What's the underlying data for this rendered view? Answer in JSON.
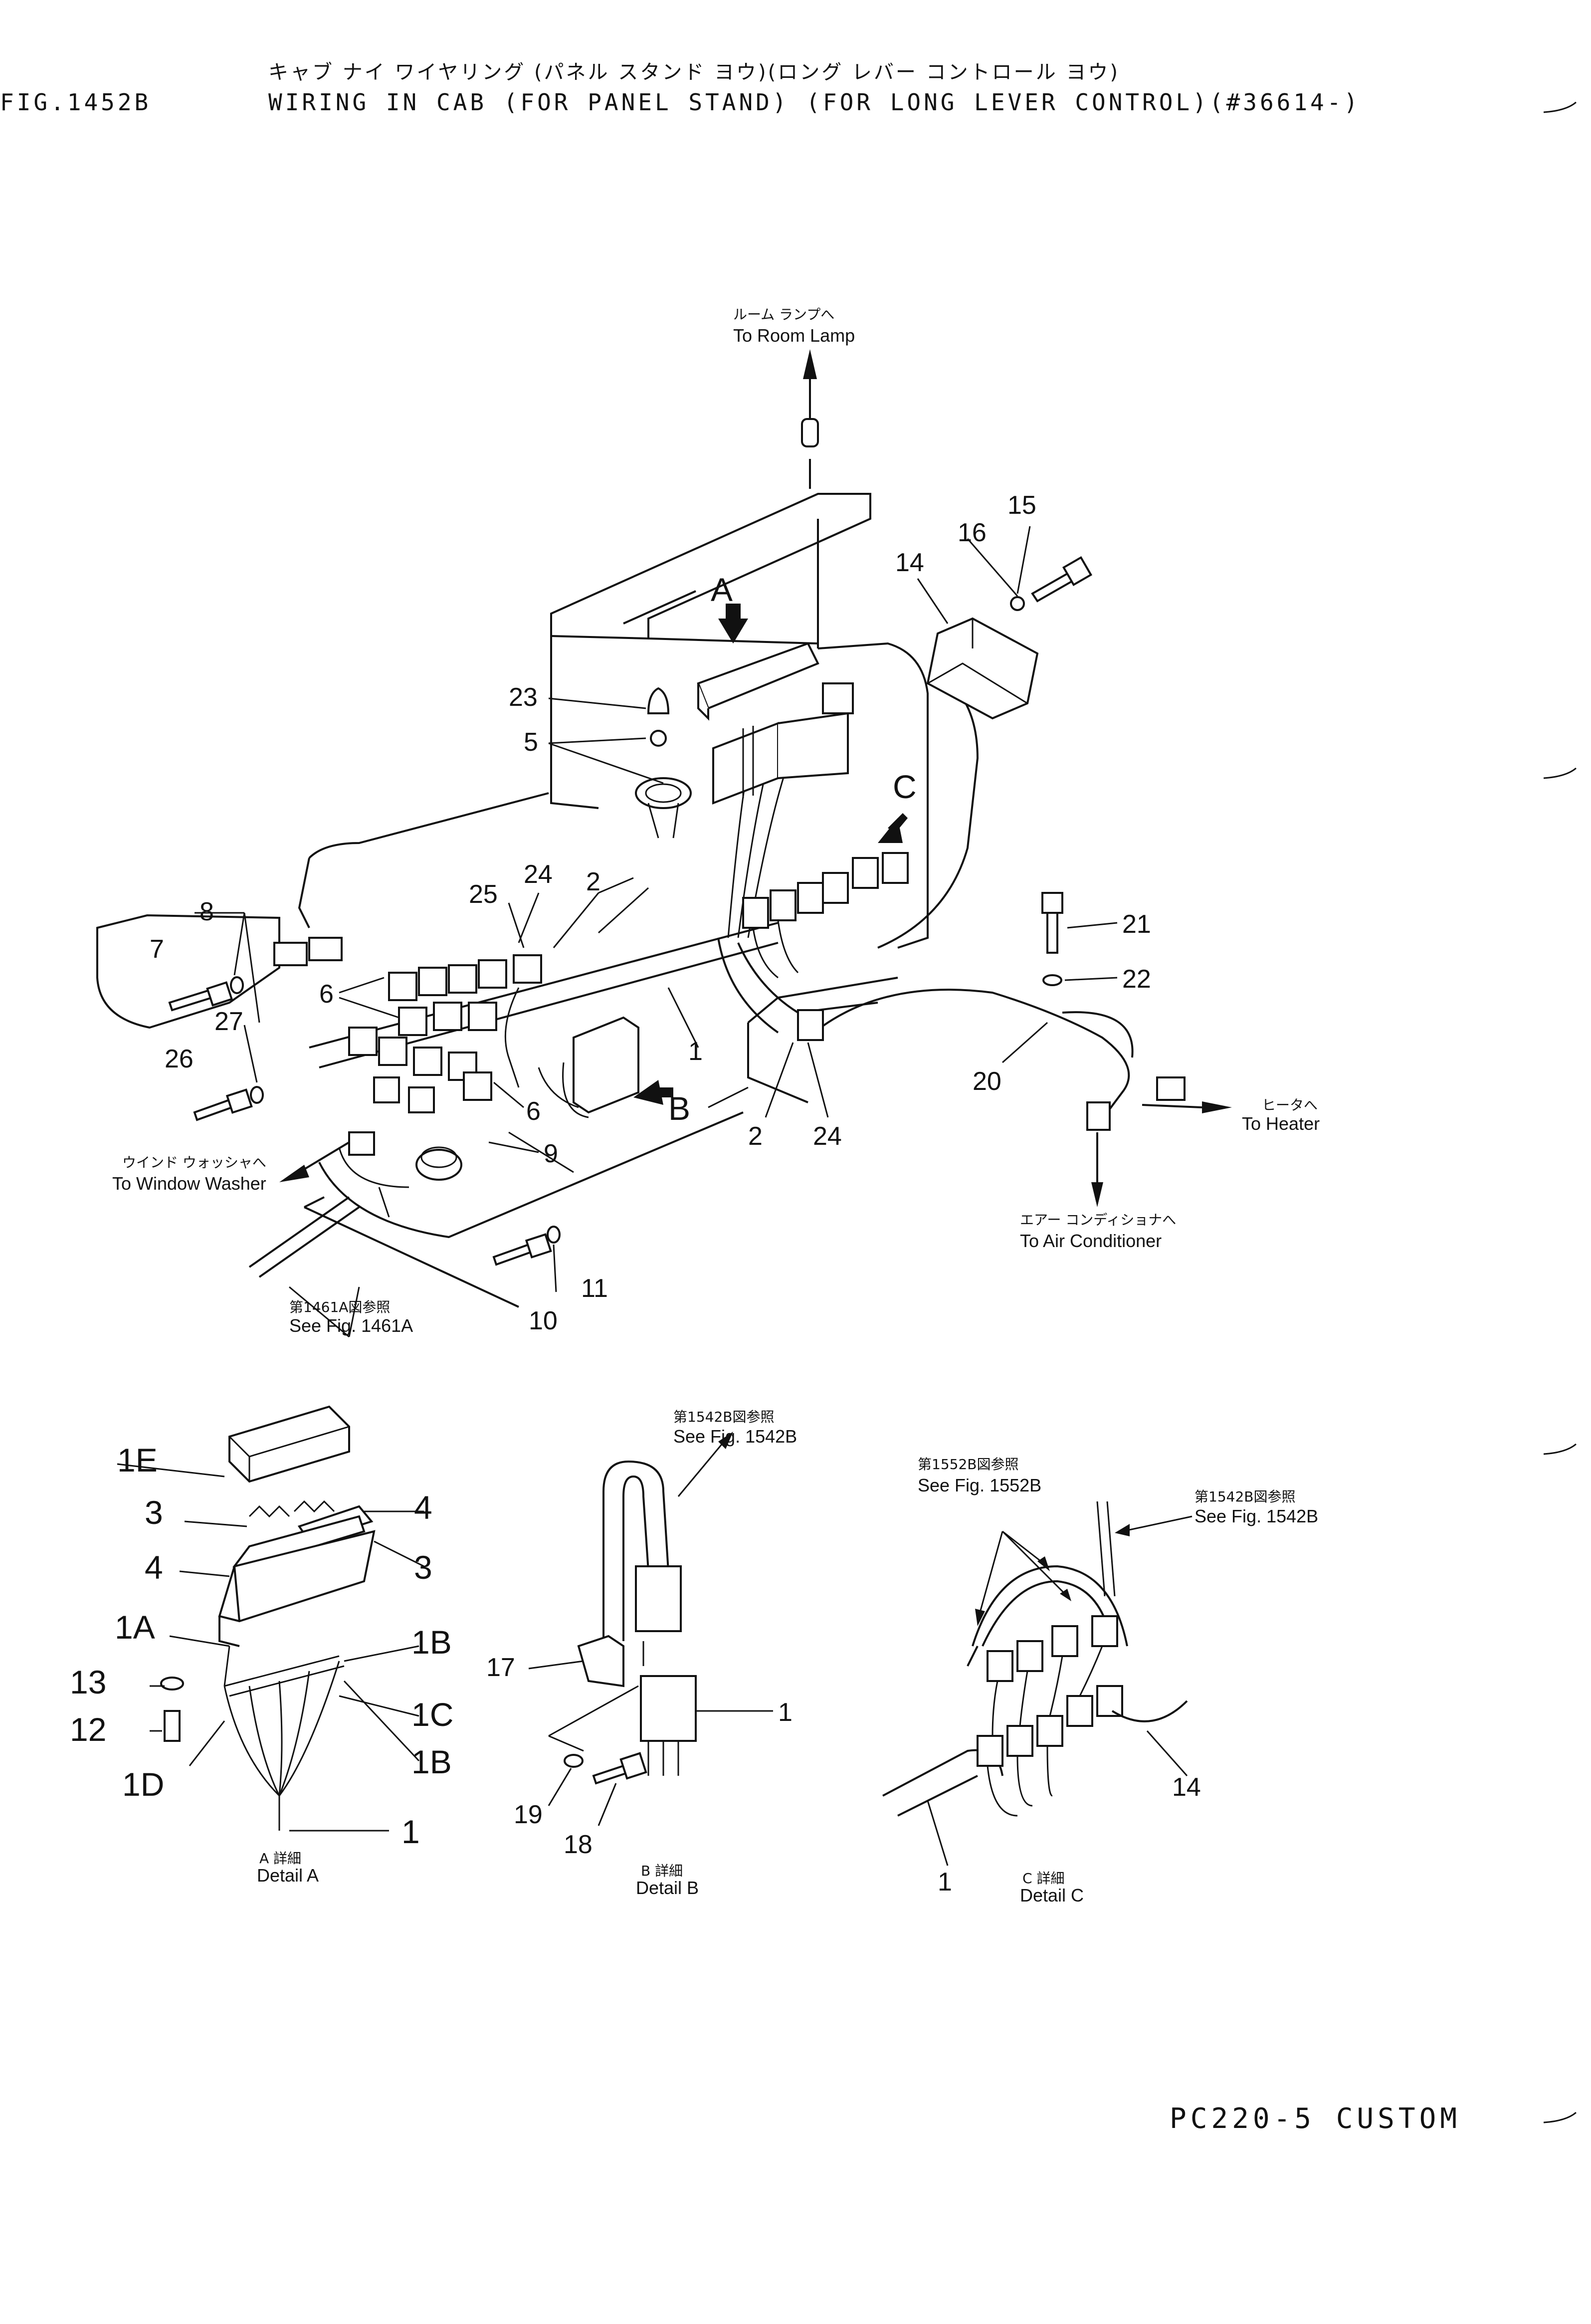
{
  "header": {
    "fig_no": "FIG.1452B",
    "title_jp": "キャブ ナイ ワイヤリング (パネル スタンド ヨウ)(ロング レバー コントロール ヨウ)",
    "title_en": "WIRING IN CAB (FOR PANEL STAND) (FOR LONG LEVER CONTROL)(#36614-)"
  },
  "footer": {
    "model": "PC220-5 CUSTOM"
  },
  "callouts": {
    "to_room_lamp": {
      "jp": "ルーム ランプへ",
      "en": "To Room Lamp"
    },
    "to_heater": {
      "jp": "ヒータへ",
      "en": "To Heater"
    },
    "to_air_conditioner": {
      "jp": "エアー コンディショナへ",
      "en": "To Air Conditioner"
    },
    "to_window_washer": {
      "jp": "ウインド ウォッシャへ",
      "en": "To Window Washer"
    },
    "see_1461a": {
      "jp": "第1461A図参照",
      "en": "See Fig. 1461A"
    },
    "see_1542b_b": {
      "jp": "第1542B図参照",
      "en": "See Fig. 1542B"
    },
    "see_1552b": {
      "jp": "第1552B図参照",
      "en": "See Fig. 1552B"
    },
    "see_1542b_c": {
      "jp": "第1542B図参照",
      "en": "See Fig. 1542B"
    }
  },
  "view_letters": {
    "a": "A",
    "b": "B",
    "c": "C"
  },
  "part_numbers": {
    "p1": "1",
    "p1b": "1",
    "p1c": "1",
    "p1d": "1",
    "p2a": "2",
    "p2b": "2",
    "p3a": "3",
    "p3b": "3",
    "p4a": "4",
    "p4b": "4",
    "p5": "5",
    "p6a": "6",
    "p6b": "6",
    "p7": "7",
    "p8": "8",
    "p9": "9",
    "p10": "10",
    "p11": "11",
    "p12": "12",
    "p13": "13",
    "p14": "14",
    "p14c": "14",
    "p15": "15",
    "p16": "16",
    "p17": "17",
    "p18": "18",
    "p19": "19",
    "p20": "20",
    "p21": "21",
    "p22": "22",
    "p23": "23",
    "p24a": "24",
    "p24b": "24",
    "p25": "25",
    "p26": "26",
    "p27": "27",
    "p1a": "1A",
    "p1bA": "1B",
    "p1bB": "1B",
    "p1cA": "1C",
    "p1dA": "1D",
    "p1e": "1E"
  },
  "details": {
    "a": {
      "jp": "A 詳細",
      "en": "Detail A"
    },
    "b": {
      "jp": "B 詳細",
      "en": "Detail B"
    },
    "c": {
      "jp": "C 詳細",
      "en": "Detail C"
    }
  }
}
